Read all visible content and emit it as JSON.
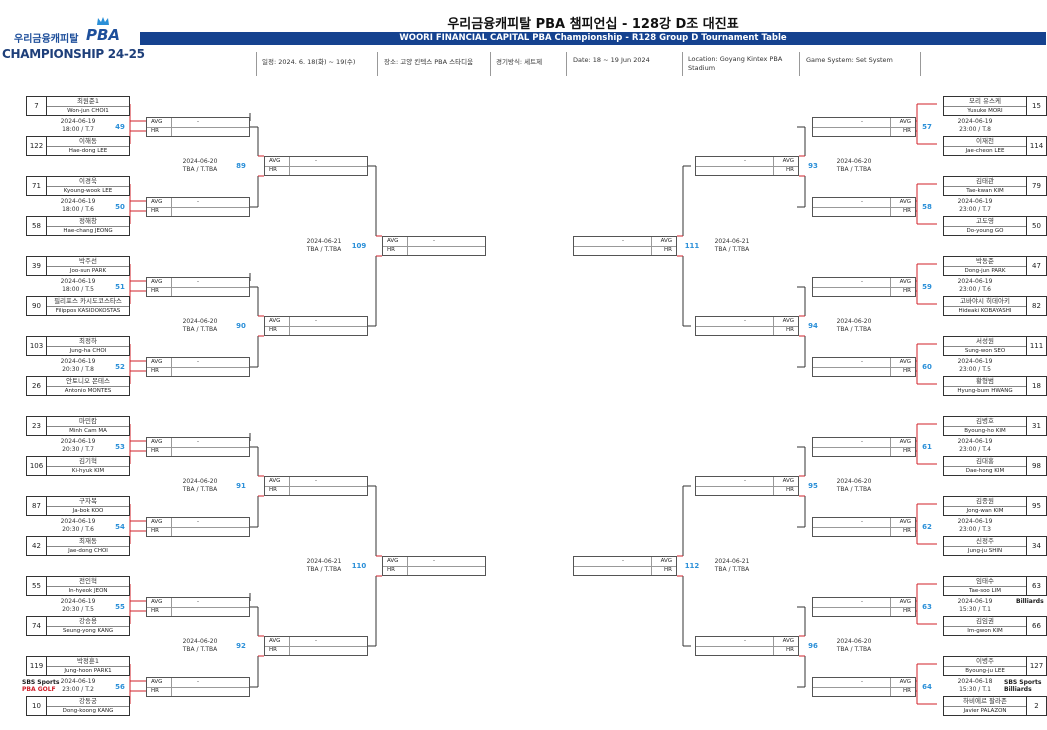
{
  "header": {
    "logo_ko": "우리금융캐피탈",
    "logo_pba": "PBA",
    "logo_season": "CHAMPIONSHIP 24-25",
    "title_ko": "우리금융캐피탈 PBA 챔피언십 - 128강 D조 대진표",
    "title_en": "WOORI FINANCIAL CAPITAL PBA Championship - R128 Group D Tournament Table",
    "info": [
      "일정: 2024. 6. 18(화) ~ 19(수)",
      "장소: 고양 킨텍스 PBA 스타디움",
      "경기방식: 세트제",
      "Date: 18 ~ 19 Jun 2024",
      "Location: Goyang Kintex PBA Stadium",
      "Game System: Set System"
    ]
  },
  "labels": {
    "avg": "AVG",
    "hr": "HR",
    "dash": "-",
    "tba": "T.TBA"
  },
  "left_r1": [
    {
      "num": "49",
      "date": "2024-06-19",
      "time": "18:00 / T.7",
      "p1": {
        "seed": "7",
        "ko": "최원준1",
        "en": "Won-jun CHOI1"
      },
      "p2": {
        "seed": "122",
        "ko": "이해동",
        "en": "Hae-dong LEE"
      }
    },
    {
      "num": "50",
      "date": "2024-06-19",
      "time": "18:00 / T.6",
      "p1": {
        "seed": "71",
        "ko": "이경욱",
        "en": "Kyoung-wook LEE"
      },
      "p2": {
        "seed": "58",
        "ko": "정해창",
        "en": "Hae-chang JEONG"
      }
    },
    {
      "num": "51",
      "date": "2024-06-19",
      "time": "18:00 / T.5",
      "p1": {
        "seed": "39",
        "ko": "박주선",
        "en": "Joo-sun PARK"
      },
      "p2": {
        "seed": "90",
        "ko": "필리포스 카시도코스타스",
        "en": "Filippos KASIDOKOSTAS"
      }
    },
    {
      "num": "52",
      "date": "2024-06-19",
      "time": "20:30 / T.8",
      "p1": {
        "seed": "103",
        "ko": "최정하",
        "en": "Jung-ha CHOI"
      },
      "p2": {
        "seed": "26",
        "ko": "안토니오 몬테스",
        "en": "Antonio MONTES"
      }
    },
    {
      "num": "53",
      "date": "2024-06-19",
      "time": "20:30 / T.7",
      "p1": {
        "seed": "23",
        "ko": "마민캄",
        "en": "Minh Cam MA"
      },
      "p2": {
        "seed": "106",
        "ko": "김기혁",
        "en": "Ki-hyuk KIM"
      }
    },
    {
      "num": "54",
      "date": "2024-06-19",
      "time": "20:30 / T.6",
      "p1": {
        "seed": "87",
        "ko": "구자복",
        "en": "Ja-bok KOO"
      },
      "p2": {
        "seed": "42",
        "ko": "최재동",
        "en": "Jae-dong CHOI"
      }
    },
    {
      "num": "55",
      "date": "2024-06-19",
      "time": "20:30 / T.5",
      "p1": {
        "seed": "55",
        "ko": "전인혁",
        "en": "In-hyeok JEON"
      },
      "p2": {
        "seed": "74",
        "ko": "강승용",
        "en": "Seung-yong KANG"
      }
    },
    {
      "num": "56",
      "date": "2024-06-19",
      "time": "23:00 / T.2",
      "p1": {
        "seed": "119",
        "ko": "박정훈1",
        "en": "Jung-hoon PARK1"
      },
      "p2": {
        "seed": "10",
        "ko": "강동궁",
        "en": "Dong-koong KANG"
      }
    }
  ],
  "right_r1": [
    {
      "num": "57",
      "date": "2024-06-19",
      "time": "23:00 / T.8",
      "p1": {
        "seed": "15",
        "ko": "모리 유스케",
        "en": "Yusuke MORI"
      },
      "p2": {
        "seed": "114",
        "ko": "이재천",
        "en": "Jae-cheon LEE"
      }
    },
    {
      "num": "58",
      "date": "2024-06-19",
      "time": "23:00 / T.7",
      "p1": {
        "seed": "79",
        "ko": "김태관",
        "en": "Tae-kwan KIM"
      },
      "p2": {
        "seed": "50",
        "ko": "고도영",
        "en": "Do-young GO"
      }
    },
    {
      "num": "59",
      "date": "2024-06-19",
      "time": "23:00 / T.6",
      "p1": {
        "seed": "47",
        "ko": "박동준",
        "en": "Dong-jun PARK"
      },
      "p2": {
        "seed": "82",
        "ko": "고바야시 히데아키",
        "en": "Hideaki KOBAYASHI"
      }
    },
    {
      "num": "60",
      "date": "2024-06-19",
      "time": "23:00 / T.5",
      "p1": {
        "seed": "111",
        "ko": "서성원",
        "en": "Sung-won SEO"
      },
      "p2": {
        "seed": "18",
        "ko": "황형범",
        "en": "Hyung-bum HWANG"
      }
    },
    {
      "num": "61",
      "date": "2024-06-19",
      "time": "23:00 / T.4",
      "p1": {
        "seed": "31",
        "ko": "김병호",
        "en": "Byoung-ho KIM"
      },
      "p2": {
        "seed": "98",
        "ko": "김대홍",
        "en": "Dae-hong KIM"
      }
    },
    {
      "num": "62",
      "date": "2024-06-19",
      "time": "23:00 / T.3",
      "p1": {
        "seed": "95",
        "ko": "김종원",
        "en": "Jong-wan KIM"
      },
      "p2": {
        "seed": "34",
        "ko": "신정주",
        "en": "Jung-ju SHIN"
      }
    },
    {
      "num": "63",
      "date": "2024-06-19",
      "time": "15:30 / T.1",
      "p1": {
        "seed": "63",
        "ko": "임태수",
        "en": "Tae-soo LIM"
      },
      "p2": {
        "seed": "66",
        "ko": "김임권",
        "en": "Im-gwon KIM"
      }
    },
    {
      "num": "64",
      "date": "2024-06-18",
      "time": "15:30 / T.1",
      "p1": {
        "seed": "127",
        "ko": "이병주",
        "en": "Byoung-ju LEE"
      },
      "p2": {
        "seed": "2",
        "ko": "하비에르 팔라존",
        "en": "Javier PALAZON"
      }
    }
  ],
  "left_r2": [
    {
      "num": "89",
      "date": "2024-06-20"
    },
    {
      "num": "90",
      "date": "2024-06-20"
    },
    {
      "num": "91",
      "date": "2024-06-20"
    },
    {
      "num": "92",
      "date": "2024-06-20"
    }
  ],
  "right_r2": [
    {
      "num": "93",
      "date": "2024-06-20"
    },
    {
      "num": "94",
      "date": "2024-06-20"
    },
    {
      "num": "95",
      "date": "2024-06-20"
    },
    {
      "num": "96",
      "date": "2024-06-20"
    }
  ],
  "left_r3": [
    {
      "num": "109",
      "date": "2024-06-21"
    },
    {
      "num": "110",
      "date": "2024-06-21"
    }
  ],
  "right_r3": [
    {
      "num": "111",
      "date": "2024-06-21"
    },
    {
      "num": "112",
      "date": "2024-06-21"
    }
  ],
  "sponsors": {
    "sbs": "SBS Sports",
    "billiards": "Billiards",
    "pba_golf": "PBA GOLF"
  },
  "colors": {
    "brand_blue": "#15428f",
    "match_num": "#2a8fd8",
    "red_line": "#d0202a"
  }
}
